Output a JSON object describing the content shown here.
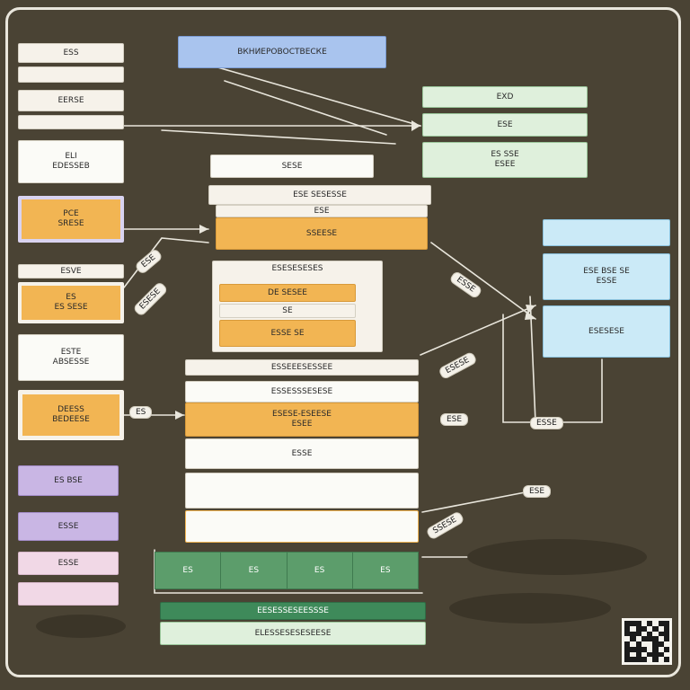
{
  "title": "ВКНИЕРОВОСТВЕСКЕ",
  "left_column": [
    {
      "id": "l1",
      "text": "ESS"
    },
    {
      "id": "l2",
      "text": ""
    },
    {
      "id": "l3",
      "text": "EERSE"
    },
    {
      "id": "l4",
      "text": ""
    },
    {
      "id": "l5a",
      "text": "ELI"
    },
    {
      "id": "l5b",
      "text": "EDESSEB"
    },
    {
      "id": "l6a",
      "text": "PCE"
    },
    {
      "id": "l6b",
      "text": "SRESE"
    },
    {
      "id": "l7",
      "text": "ESVE"
    },
    {
      "id": "l8a",
      "text": "ES"
    },
    {
      "id": "l8b",
      "text": "ES SESE"
    },
    {
      "id": "l9a",
      "text": "ESTE"
    },
    {
      "id": "l9b",
      "text": "ABSESSE"
    },
    {
      "id": "l10a",
      "text": "DEESS"
    },
    {
      "id": "l10b",
      "text": "BEDEESE"
    },
    {
      "id": "l11",
      "text": "ES BSE"
    },
    {
      "id": "l12",
      "text": "ESSE"
    },
    {
      "id": "l13",
      "text": "ESSE"
    },
    {
      "id": "l14",
      "text": ""
    }
  ],
  "top_right": [
    {
      "id": "tr1",
      "text": "EXD"
    },
    {
      "id": "tr2",
      "text": "ESE"
    },
    {
      "id": "tr3a",
      "text": "ES SSE"
    },
    {
      "id": "tr3b",
      "text": "ESEE"
    }
  ],
  "center_top": [
    {
      "id": "c1",
      "text": "SESE"
    },
    {
      "id": "c2",
      "text": "ESE SESESSE"
    },
    {
      "id": "c3",
      "text": "ESE"
    },
    {
      "id": "c4",
      "text": "SSEESE"
    }
  ],
  "center_mid": [
    {
      "id": "m1",
      "text": "ESESESESES"
    },
    {
      "id": "m2",
      "text": "DE SESEE"
    },
    {
      "id": "m3",
      "text": "SE"
    },
    {
      "id": "m4",
      "text": "ESSE SE"
    }
  ],
  "center_table": [
    {
      "id": "t1",
      "text": "ESSEEESESSEE"
    },
    {
      "id": "t2",
      "text": "ESSESSSESESE"
    },
    {
      "id": "t3a",
      "text": "ESESE-ESEESE"
    },
    {
      "id": "t3b",
      "text": "ESEE"
    },
    {
      "id": "t4",
      "text": "ESSE"
    },
    {
      "id": "t5",
      "text": ""
    },
    {
      "id": "t6",
      "text": ""
    }
  ],
  "right_panel": [
    {
      "id": "r1",
      "text": ""
    },
    {
      "id": "r2a",
      "text": "ESE BSE SE"
    },
    {
      "id": "r2b",
      "text": "ESSE"
    },
    {
      "id": "r3",
      "text": "ESESESE"
    }
  ],
  "bottom": {
    "green_cells": [
      "ES",
      "ES",
      "ES",
      "ES"
    ],
    "mint_top": "EESESSESEESSSE",
    "mint_bottom": "ELESSESESESEESE"
  },
  "labels": [
    {
      "id": "lab1",
      "text": "ES"
    },
    {
      "id": "lab2",
      "text": "ESE"
    },
    {
      "id": "lab3",
      "text": "ESESE"
    },
    {
      "id": "lab4",
      "text": "ESSE"
    },
    {
      "id": "lab5",
      "text": "ESESE"
    },
    {
      "id": "lab6",
      "text": "ESE"
    },
    {
      "id": "lab7",
      "text": "ESSE"
    },
    {
      "id": "lab8",
      "text": "ESE"
    },
    {
      "id": "lab9",
      "text": "SSESE"
    }
  ],
  "colors": {
    "background": "#4a4334",
    "frame": "#e9e6dc",
    "orange": "#f2b553",
    "blue": "#a9c4ee",
    "sky": "#cbeaf7",
    "green": "#5c9d6b",
    "lavender": "#c9b6e4",
    "pink": "#f1d8e6"
  }
}
